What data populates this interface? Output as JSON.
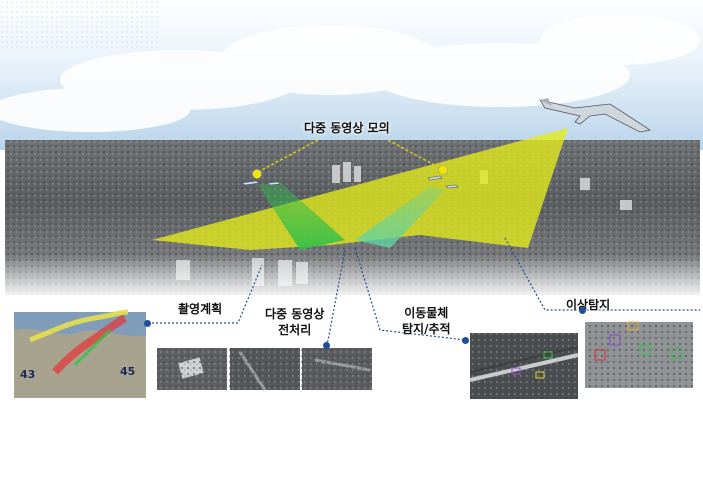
{
  "title": {
    "text": "다중 동영상 모의"
  },
  "labels": {
    "shooting_plan": "촬영계획",
    "preprocess_line1": "다중 동영상",
    "preprocess_line2": "전처리",
    "tracking_line1": "이동물체",
    "tracking_line2": "탐지/추적",
    "anomaly": "이상탐지"
  },
  "map_numbers": {
    "left": "43",
    "right": "45"
  },
  "colors": {
    "frustum": "#e4ec1a",
    "green_cone": "#2fbf4a",
    "teal_cone": "#5fd3a2",
    "drone_marker": "#f2e400",
    "connector": "#1f4e9a",
    "leader": "#d8cc10"
  },
  "icons": [
    "drone-icon",
    "large-uav-icon"
  ]
}
